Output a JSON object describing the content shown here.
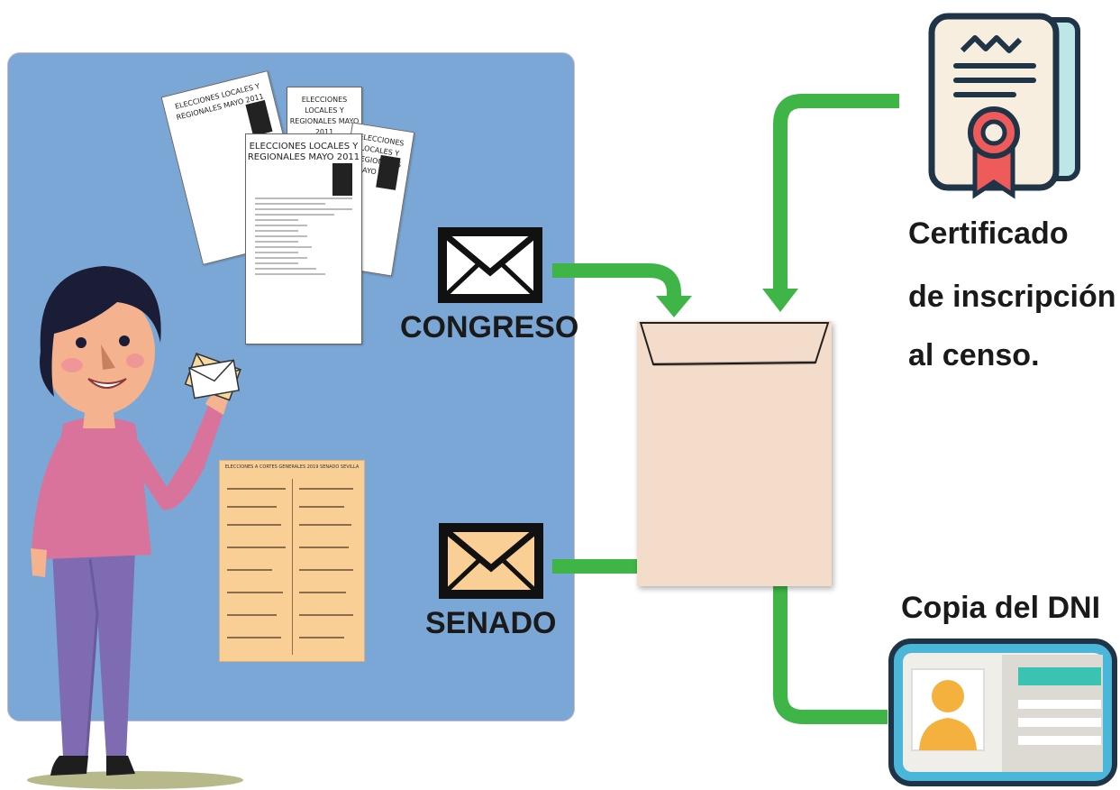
{
  "ballots": {
    "title": "ELECCIONES LOCALES Y REGIONALES MAYO 2011",
    "title_line1": "ELECCIONES LOCALES Y",
    "title_line2": "REGIONALES MAYO 2011",
    "senate_title": "ELECCIONES A CORTES GENERALES 2019 SENADO SEVILLA"
  },
  "envelopes": {
    "congreso_label": "CONGRESO",
    "senado_label": "SENADO"
  },
  "documents": {
    "certificado_line1": "Certificado",
    "certificado_line2": "de inscripción",
    "certificado_line3": "al censo.",
    "dni_label": "Copia del DNI"
  },
  "colors": {
    "panel": "#7ba7d6",
    "arrow": "#3fb548",
    "envelope": "#f3dcc9",
    "senado_envelope": "#f9cf96",
    "certificate": "#f7eedf",
    "dni_card": "#4ab6d9"
  },
  "icons": {
    "congreso_envelope": "envelope-icon",
    "senado_envelope": "envelope-icon",
    "certificate": "certificate-icon",
    "dni": "id-card-icon",
    "voter": "woman-voter-illustration"
  }
}
